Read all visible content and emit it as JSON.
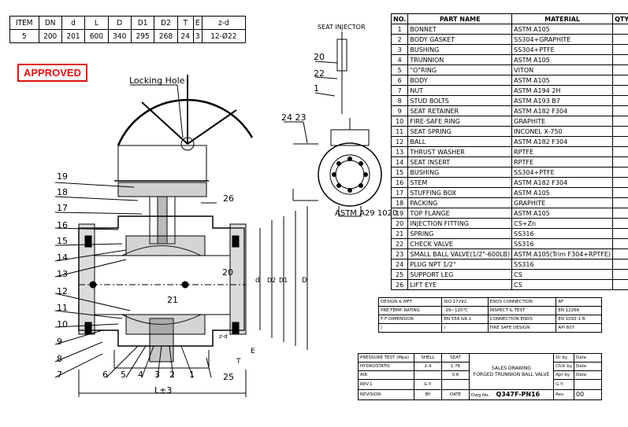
{
  "dimension_table": {
    "headers": [
      "ITEM",
      "DN",
      "d",
      "L",
      "D",
      "D1",
      "D2",
      "T",
      "E",
      "z-d"
    ],
    "values": [
      "5",
      "200",
      "201",
      "600",
      "340",
      "295",
      "268",
      "24",
      "3",
      "12-Ø22"
    ]
  },
  "stamp": "APPROVED",
  "labels": {
    "locking_hole": "Locking Hole",
    "seat_injector": "SEAT INJECTOR",
    "astm": "ASTM A29 1020",
    "l_dim": "L±3",
    "callouts_left": [
      "19",
      "18",
      "17",
      "16",
      "15",
      "14",
      "13",
      "12",
      "11",
      "10",
      "9",
      "8",
      "7"
    ],
    "callouts_bottom": [
      "6",
      "5",
      "4",
      "3",
      "2",
      "1"
    ],
    "callout_26": "26",
    "callout_20": "20",
    "callout_21": "21",
    "callout_25": "25",
    "injector_20": "20",
    "injector_22": "22",
    "injector_1": "1",
    "callout_24_23": "24 23",
    "dim_d": "d",
    "dim_d2": "D2",
    "dim_d1": "D1",
    "dim_D": "D",
    "dim_e": "E",
    "dim_t": "T",
    "dim_zd": "z-d"
  },
  "parts_table": {
    "headers": [
      "NO.",
      "PART NAME",
      "MATERIAL",
      "QTY"
    ],
    "rows": [
      [
        "1",
        "BONNET",
        "ASTM A105"
      ],
      [
        "2",
        "BODY GASKET",
        "SS304+GRAPHITE"
      ],
      [
        "3",
        "BUSHING",
        "SS304+PTFE"
      ],
      [
        "4",
        "TRUNNION",
        "ASTM A105"
      ],
      [
        "5",
        "\"O\"RING",
        "VITON"
      ],
      [
        "6",
        "BODY",
        "ASTM A105"
      ],
      [
        "7",
        "NUT",
        "ASTM A194 2H"
      ],
      [
        "8",
        "STUD BOLTS",
        "ASTM A193 B7"
      ],
      [
        "9",
        "SEAT RETAINER",
        "ASTM A182 F304"
      ],
      [
        "10",
        "FIRE-SAFE RING",
        "GRAPHITE"
      ],
      [
        "11",
        "SEAT SPRING",
        "INCONEL X-750"
      ],
      [
        "12",
        "BALL",
        "ASTM A182 F304"
      ],
      [
        "13",
        "THRUST WASHER",
        "RPTFE"
      ],
      [
        "14",
        "SEAT INSERT",
        "RPTFE"
      ],
      [
        "15",
        "BUSHING",
        "SS304+PTFE"
      ],
      [
        "16",
        "STEM",
        "ASTM A182 F304"
      ],
      [
        "17",
        "STUFFING BOX",
        "ASTM A105"
      ],
      [
        "18",
        "PACKING",
        "GRAPHITE"
      ],
      [
        "19",
        "TOP FLANGE",
        "ASTM A105"
      ],
      [
        "20",
        "INJECTION FITTING",
        "CS+Zn"
      ],
      [
        "21",
        "SPRING",
        "SS316"
      ],
      [
        "22",
        "CHECK VALVE",
        "SS316"
      ],
      [
        "23",
        "SMALL BALL VALVE(1/2\"-600LB)",
        "ASTM A105(Trim F304+RPTFE)"
      ],
      [
        "24",
        "PLUG NPT 1/2\"",
        "SS316"
      ],
      [
        "25",
        "SUPPORT LEG",
        "CS"
      ],
      [
        "26",
        "LIFT EYE",
        "CS"
      ]
    ]
  },
  "info_table": {
    "rows": [
      [
        "DESIGN & MFT",
        "ISO 17292",
        "ENDS CONNECTION",
        "RF"
      ],
      [
        "PRE-TEMP. RATING",
        "-29~120℃",
        "INSPECT & TEST",
        "EN 12266"
      ],
      [
        "F-F DIMENSION",
        "EN 558 GR.1",
        "CONNECTION ENDS",
        "EN 1092-1 B"
      ],
      [
        "/",
        "/",
        "FIRE SAFE DESIGN",
        "API 607"
      ]
    ]
  },
  "test_table": {
    "headers": [
      "PRESSURE TEST (Mpa)",
      "SHELL",
      "SEAT"
    ],
    "rows": [
      [
        "HYDROSTATIC",
        "2.4",
        "1.76"
      ],
      [
        "AIR",
        "",
        "0.6"
      ]
    ]
  },
  "title_block": {
    "title_line1": "SALES DRAWING",
    "title_line2": "FORGED TRUNNION BALL VALVE",
    "rev": "REV.1",
    "gy": "G.Y.",
    "revision": "REVISION",
    "by": "BY",
    "date": "DATE",
    "dwg_no_label": "Dwg No.",
    "dwg_no": "Q347F-PN16",
    "rev_label": "Rev",
    "rev_value": "00",
    "dr_by": "Dr by",
    "ck_by": "Ch/k by",
    "apr_by": "Apr by",
    "date_label": "Date",
    "gy_short": "G.Y."
  }
}
